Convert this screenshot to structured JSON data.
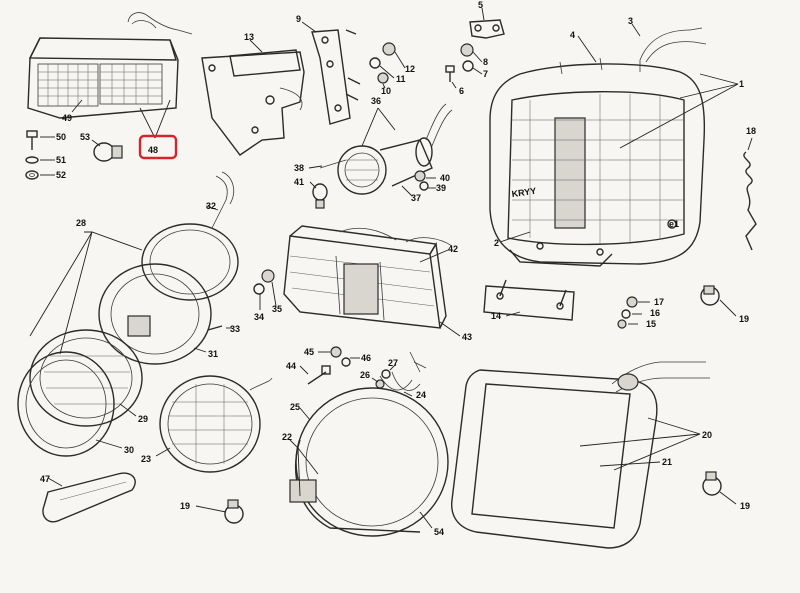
{
  "labels": {
    "l1": "1",
    "l2": "2",
    "l3": "3",
    "l4": "4",
    "l5": "5",
    "l6": "6",
    "l7": "7",
    "l8": "8",
    "l9": "9",
    "l10": "10",
    "l11": "11",
    "l12": "12",
    "l13": "13",
    "l14": "14",
    "l15": "15",
    "l16": "16",
    "l17": "17",
    "l18": "18",
    "l19a": "19",
    "l19b": "19",
    "l19c": "19",
    "l20": "20",
    "l21": "21",
    "l22": "22",
    "l23": "23",
    "l24": "24",
    "l25": "25",
    "l26": "26",
    "l27": "27",
    "l28": "28",
    "l29": "29",
    "l30": "30",
    "l31": "31",
    "l32": "32",
    "l33": "33",
    "l34": "34",
    "l35": "35",
    "l36": "36",
    "l37": "37",
    "l38": "38",
    "l39": "39",
    "l40": "40",
    "l41": "41",
    "l42": "42",
    "l43": "43",
    "l44": "44",
    "l45": "45",
    "l46": "46",
    "l47": "47",
    "l48": "48",
    "l49": "49",
    "l50": "50",
    "l51": "51",
    "l52": "52",
    "l53": "53",
    "l54": "54"
  },
  "lens_text": {
    "brand": "KRYY",
    "code": "e1"
  },
  "highlight": {
    "label": "48",
    "color": "#d8232a"
  }
}
